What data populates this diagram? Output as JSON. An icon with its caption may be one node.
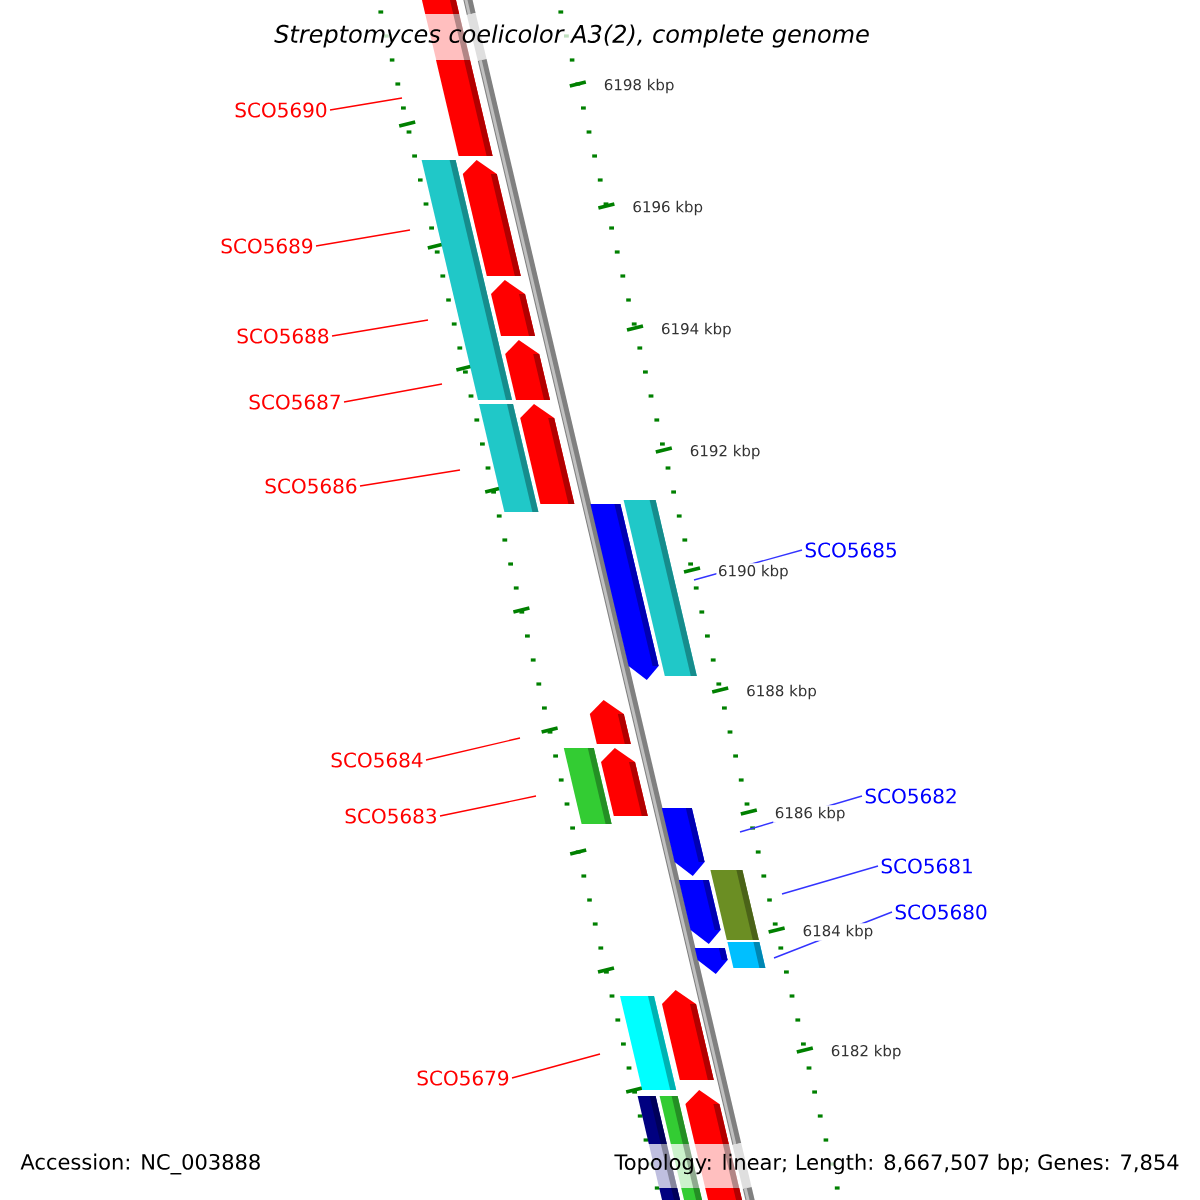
{
  "diagram": {
    "title": "Streptomyces coelicolor A3(2), complete genome",
    "nodes": [
      {
        "text": [
          "SCO5690"
        ]
      },
      {
        "text": [
          "SCO5689"
        ]
      },
      {
        "text": [
          "SCO5688"
        ]
      },
      {
        "text": [
          "SCO5687"
        ]
      },
      {
        "text": [
          "SCO5686"
        ]
      },
      {
        "text": [
          "SCO5685"
        ]
      },
      {
        "text": [
          "SCO5684"
        ]
      },
      {
        "text": [
          "SCO5683"
        ]
      },
      {
        "text": [
          "SCO5682"
        ]
      },
      {
        "text": [
          "SCO5681"
        ]
      },
      {
        "text": [
          "SCO5680"
        ]
      },
      {
        "text": [
          "SCO5679"
        ]
      }
    ],
    "edges": [
      {
        "from": 0,
        "to": null,
        "arrow": "none"
      },
      {
        "from": 1,
        "to": null,
        "arrow": "none"
      },
      {
        "from": 2,
        "to": null,
        "arrow": "none"
      },
      {
        "from": 3,
        "to": null,
        "arrow": "none"
      },
      {
        "from": 4,
        "to": null,
        "arrow": "none"
      },
      {
        "from": 5,
        "to": null,
        "arrow": "none",
        "color": "#3333ff"
      },
      {
        "from": 6,
        "to": null,
        "arrow": "none"
      },
      {
        "from": 7,
        "to": null,
        "arrow": "none"
      },
      {
        "from": 8,
        "to": null,
        "arrow": "none",
        "color": "#3333ff"
      },
      {
        "from": 9,
        "to": null,
        "arrow": "none",
        "color": "#3333ff"
      },
      {
        "from": 10,
        "to": null,
        "arrow": "none",
        "color": "#3333ff"
      },
      {
        "from": 11,
        "to": null,
        "arrow": "none"
      }
    ],
    "labels": [
      "6198 kbp",
      "6196 kbp",
      "6194 kbp",
      "6192 kbp",
      "6190 kbp",
      "6188 kbp",
      "6186 kbp",
      "6184 kbp",
      "6182 kbp",
      "Accession: NC_003888",
      "Topology: linear; Length: 8,667,507 bp; Genes: 7,854"
    ]
  }
}
